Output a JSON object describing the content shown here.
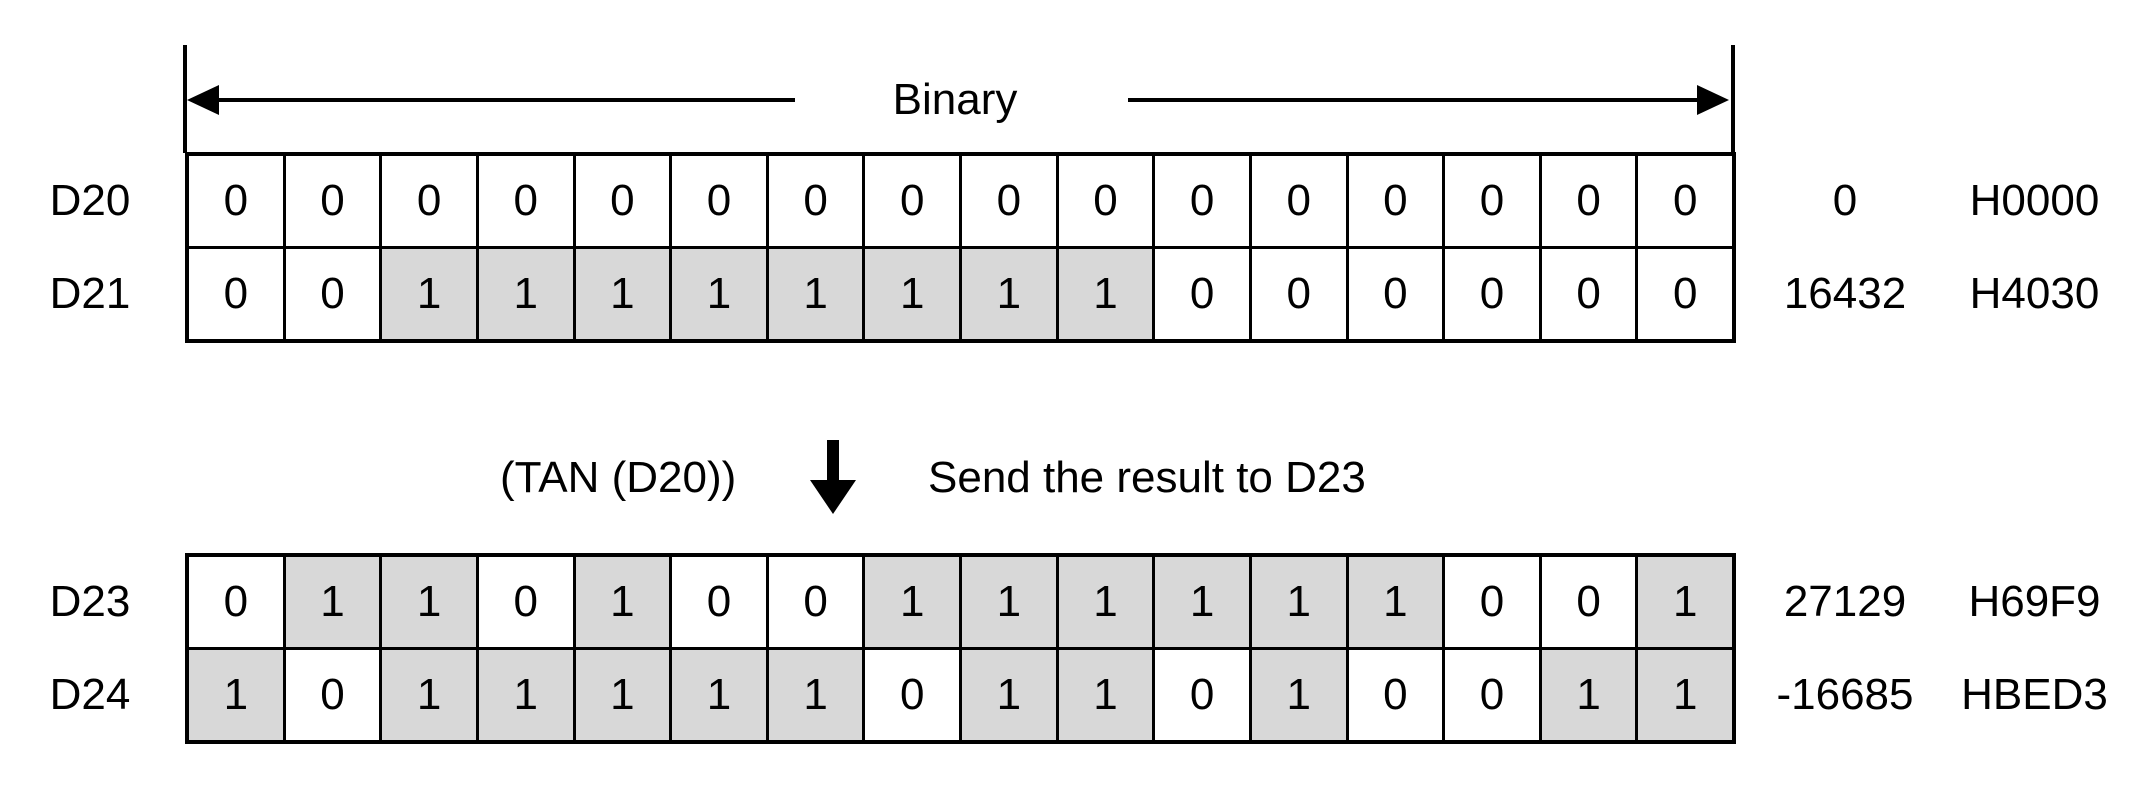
{
  "binary_label": "Binary",
  "operation": {
    "expression": "(TAN (D20))",
    "arrow_icon": "down-arrow",
    "description": "Send the result to D23"
  },
  "colors": {
    "shaded_cell": "#d8d8d8",
    "line_color": "#000000",
    "background": "#ffffff",
    "text_color": "#000000"
  },
  "registers": [
    {
      "name": "D20",
      "bits": [
        0,
        0,
        0,
        0,
        0,
        0,
        0,
        0,
        0,
        0,
        0,
        0,
        0,
        0,
        0,
        0
      ],
      "decimal": "0",
      "hex": "H0000"
    },
    {
      "name": "D21",
      "bits": [
        0,
        0,
        1,
        1,
        1,
        1,
        1,
        1,
        1,
        1,
        0,
        0,
        0,
        0,
        0,
        0
      ],
      "decimal": "16432",
      "hex": "H4030"
    },
    {
      "name": "D23",
      "bits": [
        0,
        1,
        1,
        0,
        1,
        0,
        0,
        1,
        1,
        1,
        1,
        1,
        1,
        0,
        0,
        1
      ],
      "decimal": "27129",
      "hex": "H69F9"
    },
    {
      "name": "D24",
      "bits": [
        1,
        0,
        1,
        1,
        1,
        1,
        1,
        0,
        1,
        1,
        0,
        1,
        0,
        0,
        1,
        1
      ],
      "decimal": "-16685",
      "hex": "HBED3"
    }
  ]
}
